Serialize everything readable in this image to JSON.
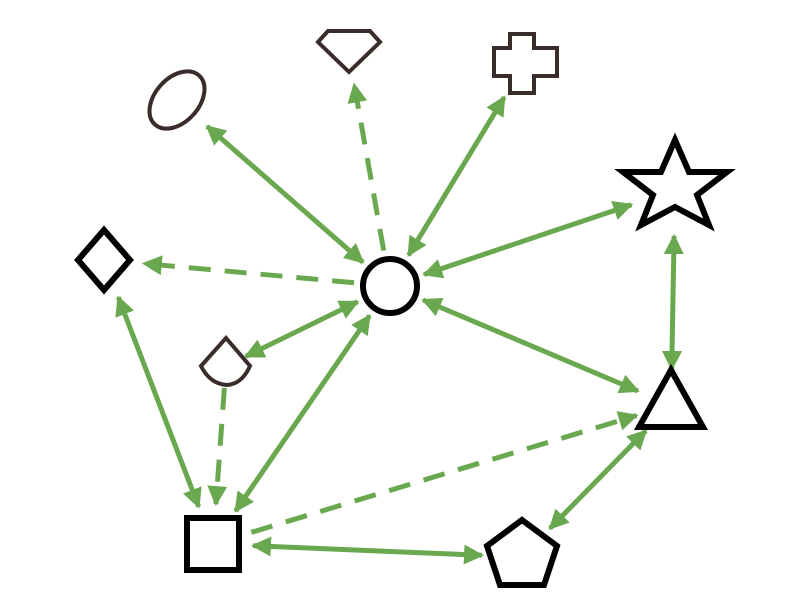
{
  "diagram": {
    "colors": {
      "edge": "#6aa84f",
      "shape_bold": "#000000",
      "shape_thin": "#3a2c2a",
      "background": "#ffffff"
    },
    "nodes": [
      {
        "id": "circle",
        "shape": "circle-icon"
      },
      {
        "id": "oval",
        "shape": "oval-icon"
      },
      {
        "id": "gem",
        "shape": "gem-icon"
      },
      {
        "id": "cross",
        "shape": "cross-icon"
      },
      {
        "id": "star",
        "shape": "star-icon"
      },
      {
        "id": "diamond",
        "shape": "diamond-icon"
      },
      {
        "id": "drop",
        "shape": "drop-icon"
      },
      {
        "id": "triangle",
        "shape": "triangle-icon"
      },
      {
        "id": "square",
        "shape": "square-icon"
      },
      {
        "id": "pentagon",
        "shape": "pentagon-icon"
      }
    ],
    "edges": [
      {
        "from": "circle",
        "to": "oval",
        "style": "solid",
        "direction": "both"
      },
      {
        "from": "circle",
        "to": "gem",
        "style": "dashed",
        "direction": "to"
      },
      {
        "from": "circle",
        "to": "cross",
        "style": "solid",
        "direction": "both"
      },
      {
        "from": "circle",
        "to": "star",
        "style": "solid",
        "direction": "both"
      },
      {
        "from": "circle",
        "to": "diamond",
        "style": "dashed",
        "direction": "to"
      },
      {
        "from": "circle",
        "to": "drop",
        "style": "solid",
        "direction": "both"
      },
      {
        "from": "circle",
        "to": "square",
        "style": "solid",
        "direction": "both"
      },
      {
        "from": "circle",
        "to": "triangle",
        "style": "solid",
        "direction": "both"
      },
      {
        "from": "star",
        "to": "triangle",
        "style": "solid",
        "direction": "both"
      },
      {
        "from": "diamond",
        "to": "square",
        "style": "solid",
        "direction": "both"
      },
      {
        "from": "drop",
        "to": "square",
        "style": "dashed",
        "direction": "to"
      },
      {
        "from": "square",
        "to": "triangle",
        "style": "dashed",
        "direction": "to"
      },
      {
        "from": "square",
        "to": "pentagon",
        "style": "solid",
        "direction": "both"
      },
      {
        "from": "triangle",
        "to": "pentagon",
        "style": "solid",
        "direction": "both"
      }
    ]
  }
}
